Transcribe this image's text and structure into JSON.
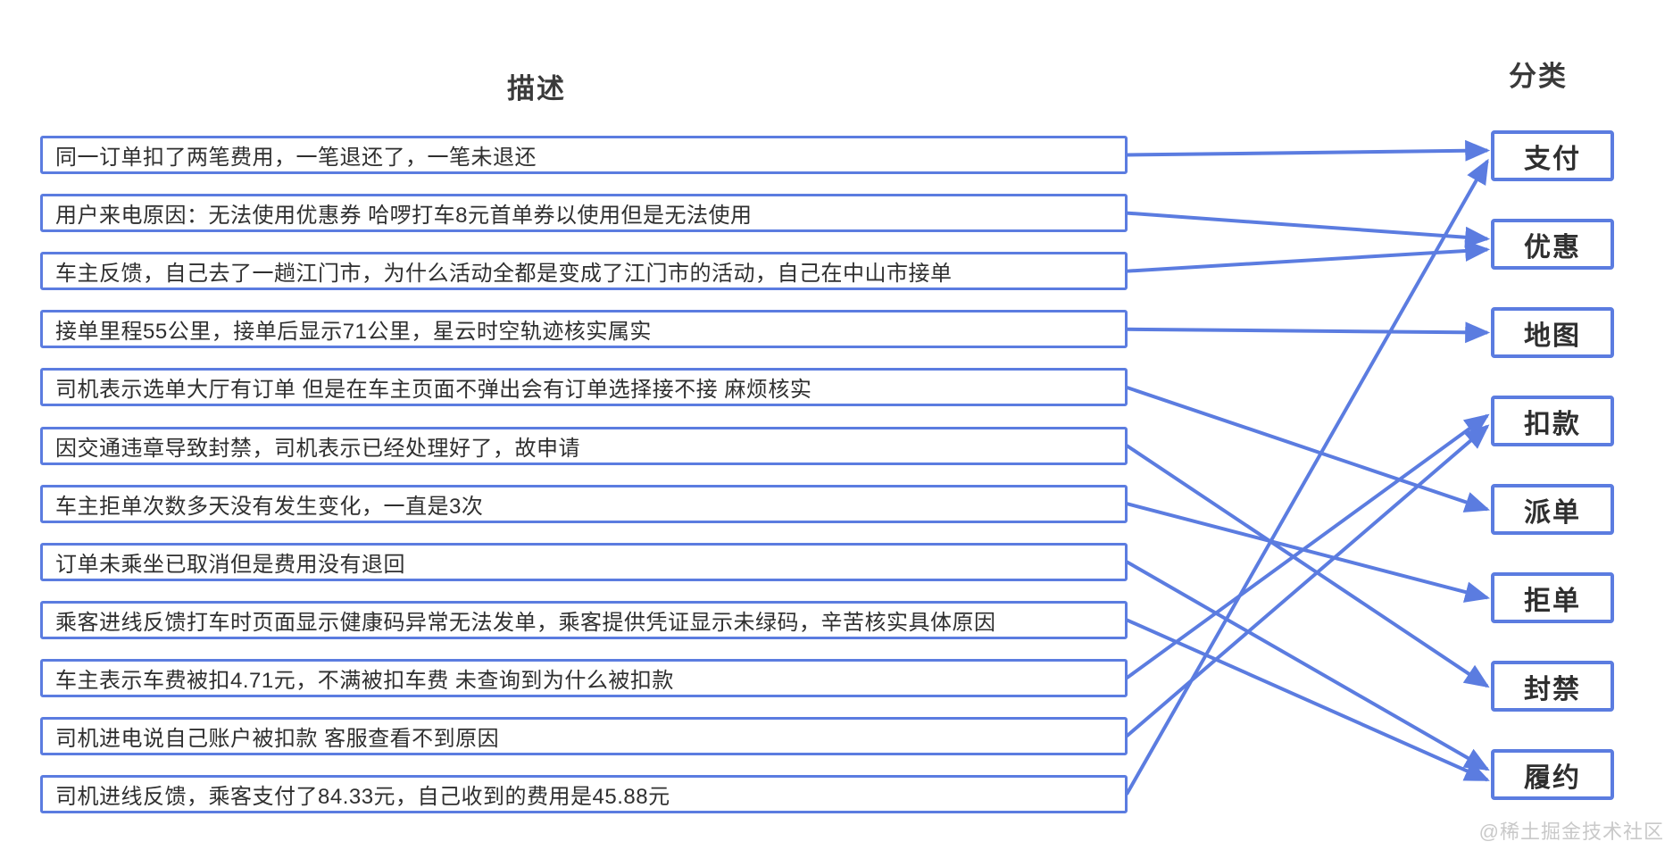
{
  "page": {
    "headers": {
      "descriptions": "描述",
      "categories": "分类"
    },
    "watermark": "@稀土掘金技术社区",
    "colors": {
      "accent": "#5b7ce0",
      "text": "#2f2f2f",
      "background": "#ffffff"
    }
  },
  "descriptions": [
    {
      "text": "同一订单扣了两笔费用，一笔退还了，一笔未退还"
    },
    {
      "text": "用户来电原因：无法使用优惠券 哈啰打车8元首单券以使用但是无法使用"
    },
    {
      "text": "车主反馈，自己去了一趟江门市，为什么活动全都是变成了江门市的活动，自己在中山市接单"
    },
    {
      "text": "接单里程55公里，接单后显示71公里，星云时空轨迹核实属实"
    },
    {
      "text": "司机表示选单大厅有订单 但是在车主页面不弹出会有订单选择接不接 麻烦核实"
    },
    {
      "text": "因交通违章导致封禁，司机表示已经处理好了，故申请"
    },
    {
      "text": "车主拒单次数多天没有发生变化，一直是3次"
    },
    {
      "text": "订单未乘坐已取消但是费用没有退回"
    },
    {
      "text": "乘客进线反馈打车时页面显示健康码异常无法发单，乘客提供凭证显示未绿码，辛苦核实具体原因"
    },
    {
      "text": "车主表示车费被扣4.71元，不满被扣车费 未查询到为什么被扣款"
    },
    {
      "text": "司机进电说自己账户被扣款 客服查看不到原因"
    },
    {
      "text": "司机进线反馈，乘客支付了84.33元，自己收到的费用是45.88元"
    }
  ],
  "categories": [
    {
      "label": "支付"
    },
    {
      "label": "优惠"
    },
    {
      "label": "地图"
    },
    {
      "label": "扣款"
    },
    {
      "label": "派单"
    },
    {
      "label": "拒单"
    },
    {
      "label": "封禁"
    },
    {
      "label": "履约"
    }
  ],
  "links": [
    {
      "from": 0,
      "to": 0
    },
    {
      "from": 1,
      "to": 1
    },
    {
      "from": 2,
      "to": 1
    },
    {
      "from": 3,
      "to": 2
    },
    {
      "from": 4,
      "to": 4
    },
    {
      "from": 5,
      "to": 6
    },
    {
      "from": 6,
      "to": 5
    },
    {
      "from": 7,
      "to": 7
    },
    {
      "from": 8,
      "to": 7
    },
    {
      "from": 9,
      "to": 3
    },
    {
      "from": 10,
      "to": 3
    },
    {
      "from": 11,
      "to": 0
    }
  ]
}
